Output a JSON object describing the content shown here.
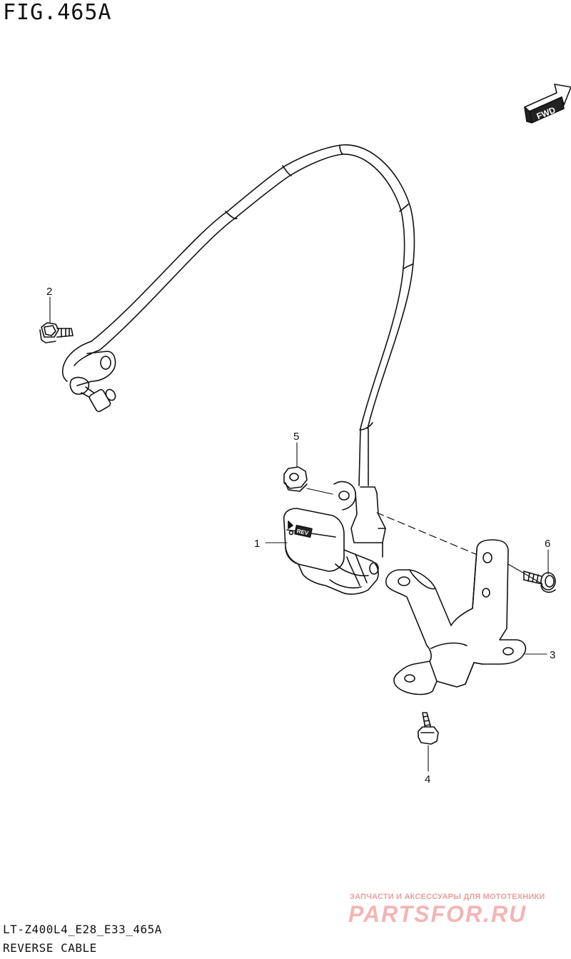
{
  "figure": {
    "title": "FIG.465A",
    "footer_code": "LT-Z400L4_E28_E33_465A",
    "footer_name": "REVERSE CABLE"
  },
  "callouts": {
    "c1": "1",
    "c2": "2",
    "c3": "3",
    "c4": "4",
    "c5": "5",
    "c6": "6"
  },
  "labels": {
    "fwd": "FWD",
    "rev": "REV"
  },
  "watermark": {
    "subtitle": "ЗАПЧАСТИ И АКСЕССУАРЫ ДЛЯ МОТОТЕХНИКИ",
    "logo": "PARTSFOR.RU"
  },
  "colors": {
    "line": "#111111",
    "watermark": "#f2b5b5"
  }
}
